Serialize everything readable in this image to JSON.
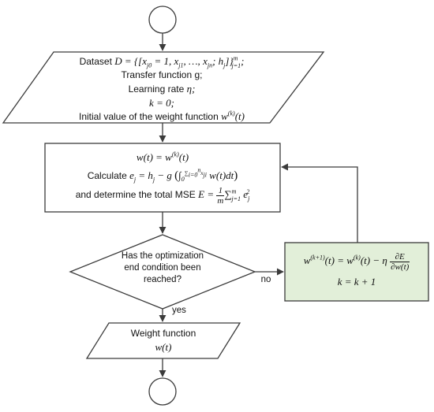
{
  "input_box": {
    "line1_prefix": "Dataset",
    "line1_math_html": "<i>D</i> = {[<i>x</i><sub><i>j</i>0</sub> = 1, <i>x</i><sub><i>j</i>1</sub>, …, <i>x</i><sub><i>jn</i></sub>; <i>h</i><sub><i>j</i></sub>]}<sup><i>m</i></sup><sub style=\"margin-left:-8px\"><i>j</i>=1</sub>;",
    "line2": "Transfer function g;",
    "line3_prefix": "Learning rate",
    "line3_math_html": "<i>η</i>;",
    "line4_math_html": "<i>k</i> = 0;",
    "line5_prefix": "Initial value of the weight function",
    "line5_math_html": "<i>w</i><sup>(<i>k</i>)</sup>(<i>t</i>)"
  },
  "process_box": {
    "line1_math_html": "<i>w</i>(<i>t</i>) = <i>w</i><sup>(<i>k</i>)</sup>(<i>t</i>)",
    "line2_prefix": "Calculate",
    "line2_math_html": "<i>e</i><sub><i>j</i></sub> = <i>h</i><sub><i>j</i></sub> − <i>g</i> <span class=\"big\">(</span>∫<sub style=\"vertical-align:-3px\">0</sub><sup style=\"font-size:7px\">∑<sub><i>i</i>=0</sub><sup><i>n</i></sup><i>x</i><sub><i>ji</i></sub></sup> <i>w</i>(<i>t</i>)<i>dt</i><span class=\"big\">)</span>",
    "line3_prefix": "and determine the total MSE",
    "line3_math_html": "<i>E</i> = <span class=\"frac\"><span class=\"num\">1</span><span class=\"den\"><i>m</i></span></span>∑<sup><i>m</i></sup><sub style=\"margin-left:-6px\"><i>j</i>=1</sub> <i>e</i><sub><i>j</i></sub><sup style=\"margin-left:-4px\">2</sup>"
  },
  "decision": {
    "line1": "Has the optimization",
    "line2": "end condition been",
    "line3": "reached?"
  },
  "update_box": {
    "line1_math_html": "<i>w</i><sup>(<i>k</i>+1)</sup>(<i>t</i>) = <i>w</i><sup>(<i>k</i>)</sup>(<i>t</i>) − <i>η</i> <span class=\"frac\"><span class=\"num\">∂<i>E</i></span><span class=\"den\">∂<i>w</i>(<i>t</i>)</span></span>",
    "line2_math_html": "<i>k</i> = <i>k</i> + 1"
  },
  "output_box": {
    "line1": "Weight function",
    "line2_math_html": "<i>w</i>(<i>t</i>)"
  },
  "edge_labels": {
    "no": "no",
    "yes": "yes"
  },
  "colors": {
    "stroke": "#3b3b3b",
    "update_fill": "#e2efd9",
    "text": "#111111"
  }
}
